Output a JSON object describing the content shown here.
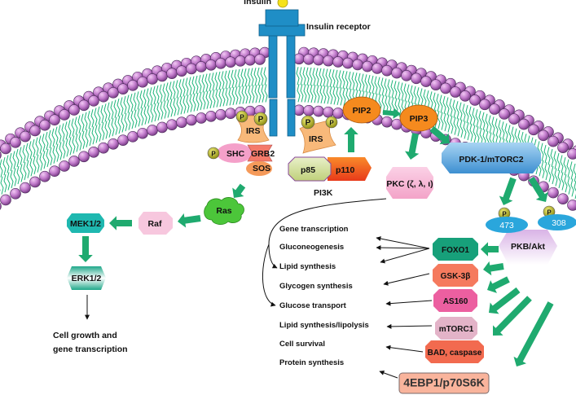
{
  "title": "Insulin signaling pathway",
  "ligand": {
    "label": "Insulin",
    "color": "#f5e21a"
  },
  "receptor": {
    "label": "Insulin receptor",
    "color": "#1f8ec6"
  },
  "membrane": {
    "head_color": "#c87fd0",
    "head_outline": "#4a2a5a",
    "tail_color": "#1fb57a"
  },
  "phospho_label": "P",
  "left_branch": {
    "irs": "IRS",
    "shc": "SHC",
    "grb2": "GRB2",
    "sos": "SOS",
    "ras": "Ras",
    "raf": "Raf",
    "mek": "MEK1/2",
    "erk": "ERK1/2",
    "outcome_line1": "Cell growth and",
    "outcome_line2": "gene transcription"
  },
  "pi3k_branch": {
    "irs": "IRS",
    "p85": "p85",
    "p110": "p110",
    "pi3k_label": "PI3K",
    "pip2": "PIP2",
    "pip3": "PIP3",
    "pkc": "PKC (ζ, λ, ι)",
    "pdk": "PDK-1/mTORC2",
    "site_473": "473",
    "site_308": "308",
    "akt": "PKB/Akt"
  },
  "effectors": [
    {
      "label": "FOXO1",
      "color": "#17a07a"
    },
    {
      "label": "GSK-3β",
      "color": "#f57a5e"
    },
    {
      "label": "AS160",
      "color": "#ec5fa0"
    },
    {
      "label": "mTORC1",
      "color": "#e3b3c8"
    },
    {
      "label": "BAD, caspase",
      "color": "#f26a4f"
    },
    {
      "label": "4EBP1/p70S6K",
      "color": "#f9b49c"
    }
  ],
  "outcomes": [
    "Gene transcription",
    "Gluconeogenesis",
    "Lipid synthesis",
    "Glycogen synthesis",
    "Glucose transport",
    "Lipid synthesis/lipolysis",
    "Cell survival",
    "Protein synthesis"
  ],
  "arrow_color": "#1faa6f"
}
